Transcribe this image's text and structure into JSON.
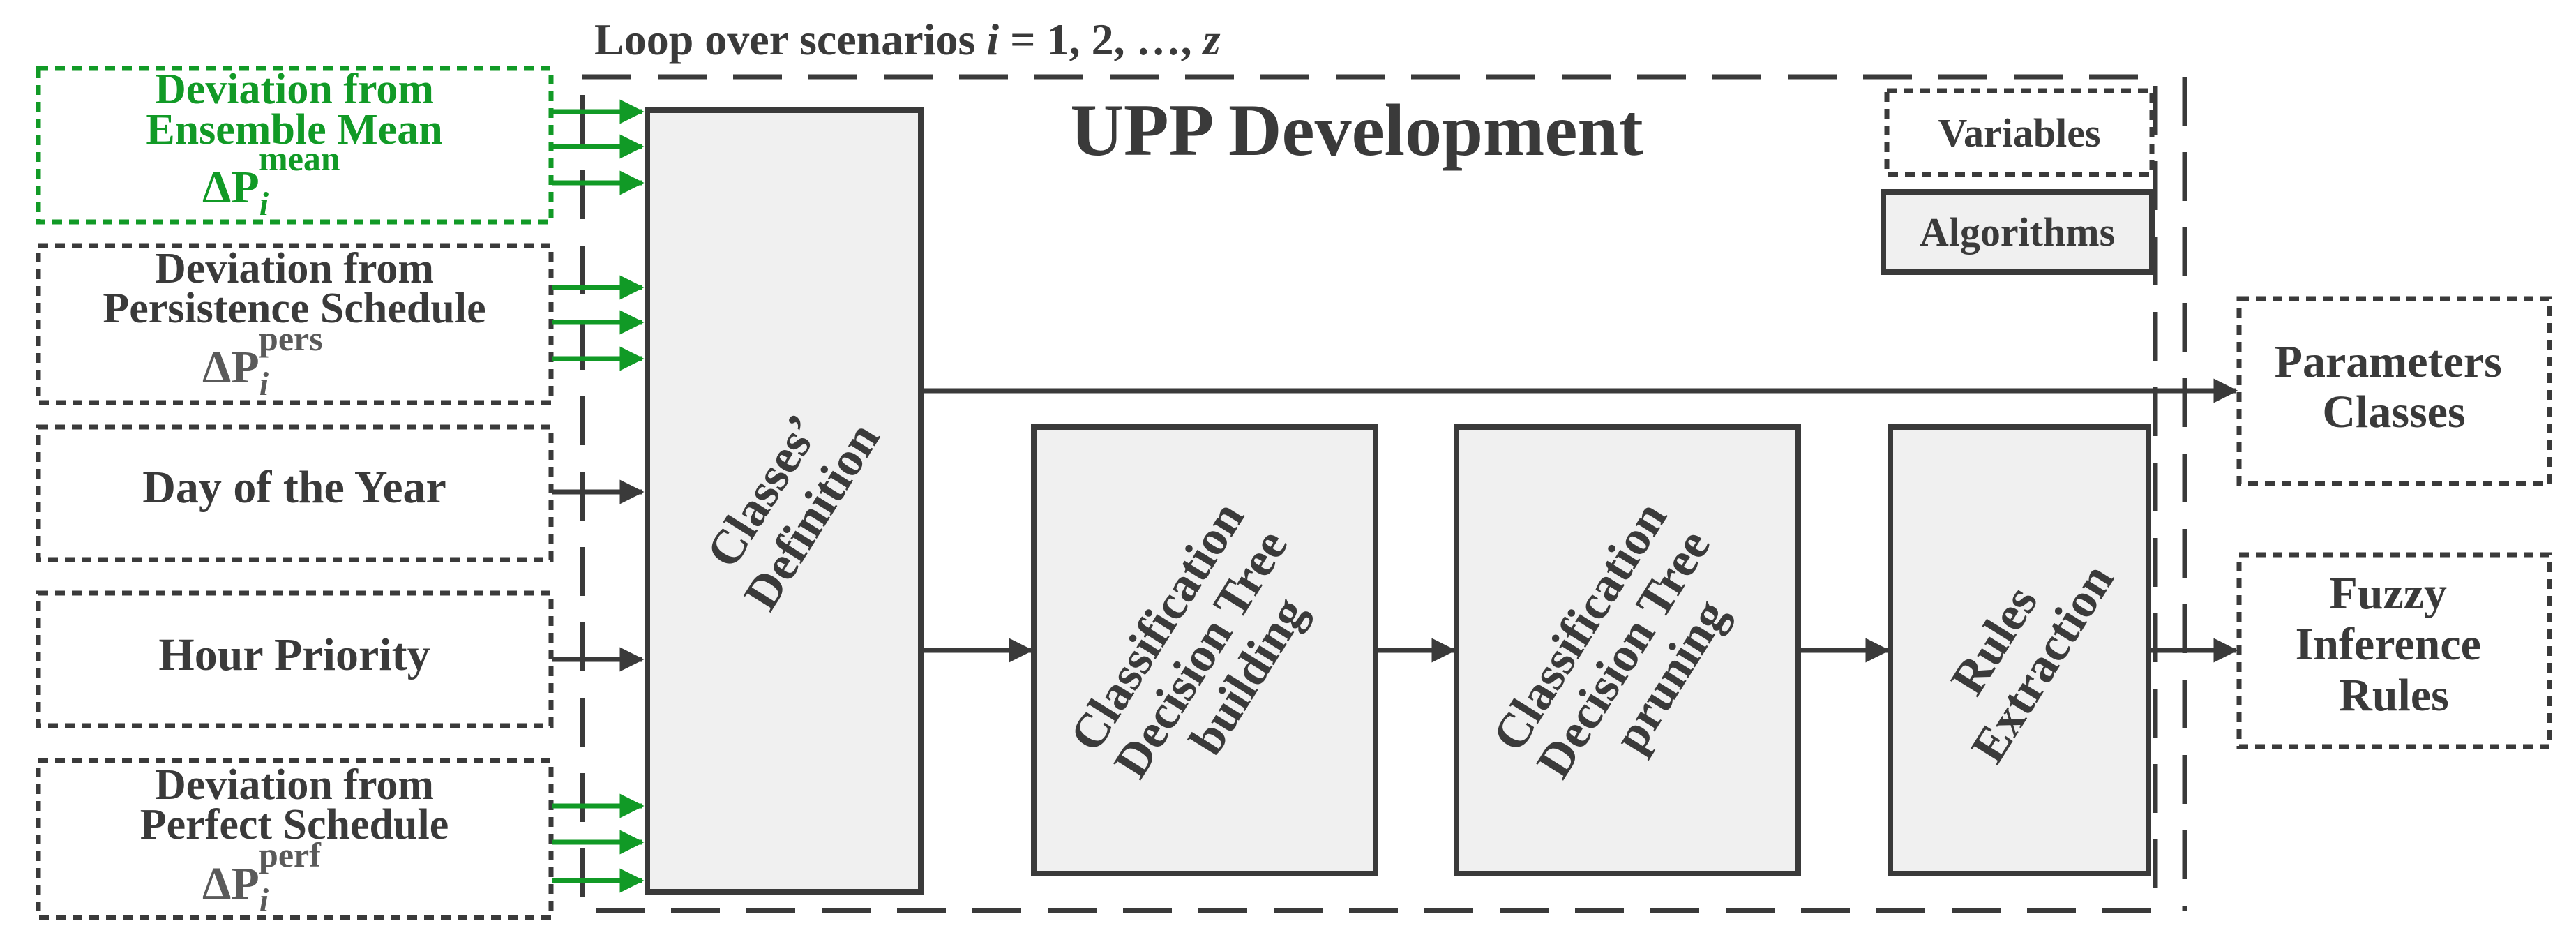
{
  "loop_label": {
    "prefix": "Loop over scenarios ",
    "var": "i",
    "middle": " = 1, 2, …, ",
    "last": "z"
  },
  "title": "UPP Development",
  "legend": {
    "variables": "Variables",
    "algorithms": "Algorithms"
  },
  "inputs": [
    {
      "line1": "Deviation from",
      "line2": "Ensemble Mean",
      "symbol": "ΔP",
      "sub": "i",
      "sup": "mean",
      "color": "#119a26"
    },
    {
      "line1": "Deviation from",
      "line2": "Persistence Schedule",
      "symbol": "ΔP",
      "sub": "i",
      "sup": "pers",
      "color": "#3a3a3a"
    },
    {
      "line1": "Day of the Year"
    },
    {
      "line1": "Hour Priority"
    },
    {
      "line1": "Deviation from",
      "line2": "Perfect Schedule",
      "symbol": "ΔP",
      "sub": "i",
      "sup": "perf",
      "color": "#3a3a3a"
    }
  ],
  "blocks": {
    "classes": [
      "Classes’",
      "Definition"
    ],
    "tree_building": [
      "Classification",
      "Decision Tree",
      "building"
    ],
    "tree_pruning": [
      "Classification",
      "Decision Tree",
      "pruning"
    ],
    "rules_extraction": [
      "Rules",
      "Extraction"
    ]
  },
  "outputs": {
    "parameters": [
      "Parameters",
      "Classes"
    ],
    "fuzzy": [
      "Fuzzy",
      "Inference",
      "Rules"
    ]
  },
  "colors": {
    "stroke": "#3a3a3a",
    "accent": "#119a26",
    "block_fill": "#f0f0f0"
  }
}
